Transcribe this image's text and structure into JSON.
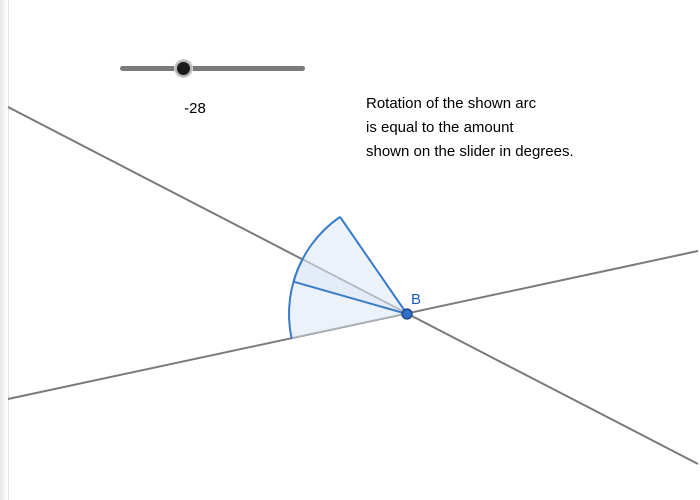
{
  "slider": {
    "value": -28,
    "value_label": "-28",
    "min": -90,
    "max": 90
  },
  "description": {
    "lines": [
      "Rotation of the shown arc",
      "is equal to the amount",
      "shown on the slider in degrees."
    ]
  },
  "point": {
    "label": "B"
  },
  "colors": {
    "line": "#7a7a7a",
    "arc_stroke": "#3a7bc8",
    "arc_fill": "#dce8f6",
    "point_fill": "#2f6fc7",
    "label": "#1a5fb4"
  }
}
